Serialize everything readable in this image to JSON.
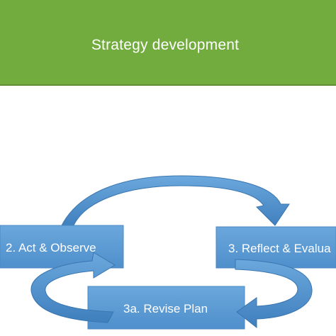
{
  "header": {
    "title": "Strategy development",
    "background_color": "#72ac3f"
  },
  "cycle": {
    "step_act": "2. Act & Observe",
    "step_reflect": "3. Reflect  & Evalua",
    "step_revise": "3a. Revise Plan"
  },
  "colors": {
    "box_fill": "#5b9bd5",
    "arrow_fill": "#5b9bd5",
    "arrow_dark": "#3f78ad"
  },
  "icons": {
    "top_arrow": "curved-arrow-right-icon",
    "left_arrow": "curved-arrow-u-turn-icon",
    "right_arrow": "curved-arrow-u-turn-icon"
  }
}
